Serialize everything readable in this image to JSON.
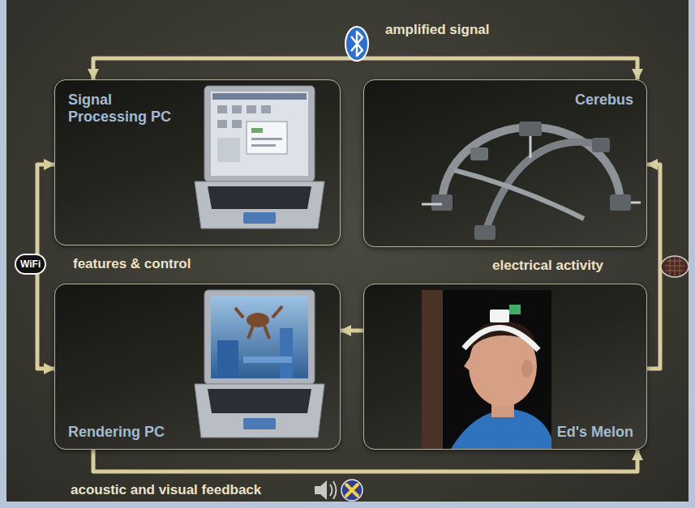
{
  "diagram": {
    "nodes": [
      {
        "text": [
          "Signal Processing PC"
        ]
      },
      {
        "text": [
          "Cerebus"
        ]
      },
      {
        "text": [
          "Rendering PC"
        ]
      },
      {
        "text": [
          "Ed's Melon"
        ]
      }
    ],
    "edges": [
      {
        "from": 1,
        "to": 0,
        "arrow": "both",
        "label": "amplified signal"
      },
      {
        "from": 0,
        "to": 2,
        "arrow": "both",
        "label": "features & control"
      },
      {
        "from": 3,
        "to": 1,
        "arrow": "to",
        "label": "electrical activity"
      },
      {
        "from": 2,
        "to": 3,
        "arrow": "to",
        "label": "acoustic and visual feedback"
      },
      {
        "from": 3,
        "to": 2,
        "arrow": "to"
      }
    ],
    "labels": [
      "WiFi"
    ]
  }
}
